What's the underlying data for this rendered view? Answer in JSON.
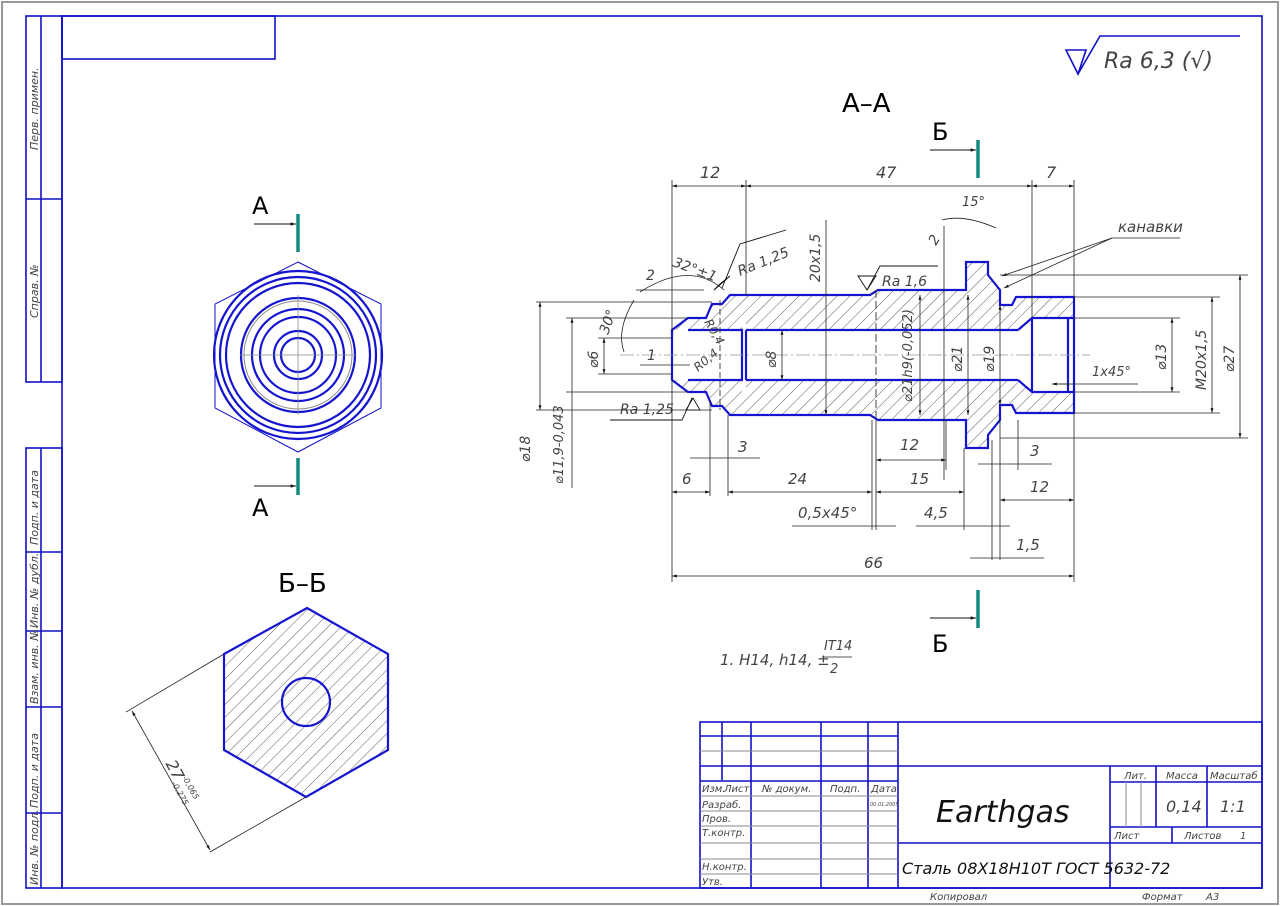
{
  "sheet": {
    "side_labels": [
      "Перв. примен.",
      "Справ. №",
      "Подп. и дата",
      "Инв. № дубл.",
      "Взам. инв. №",
      "Подп. и дата",
      "Инв. № подл."
    ],
    "roughness_general": "Ra 6,3 (√)",
    "format_label": "Формат",
    "format_value": "А3",
    "copied_label": "Копировал"
  },
  "views": {
    "section_aa_title": "А–А",
    "section_bb_title": "Б–Б",
    "cut_a_label": "А",
    "cut_b_label": "Б"
  },
  "dimensions": {
    "top": [
      "12",
      "47",
      "7"
    ],
    "angles": [
      "32°±1",
      "30°",
      "15°"
    ],
    "small": [
      "2",
      "1",
      "2"
    ],
    "radii": [
      "R0,4",
      "R0,4"
    ],
    "roughness": [
      "Ra 1,25",
      "Ra 1,25",
      "Ra 1,6"
    ],
    "diameters_left": [
      "⌀6",
      "⌀18",
      "⌀11,9-0,043"
    ],
    "diameters_mid": [
      "⌀8",
      "20x1,5",
      "⌀21h9(-0,052)",
      "⌀21",
      "⌀19"
    ],
    "diameters_right": [
      "⌀13",
      "M20x1,5",
      "⌀27",
      "1x45°"
    ],
    "callout": "канавки",
    "bottom": [
      "3",
      "6",
      "24",
      "0,5x45°",
      "12",
      "15",
      "4,5",
      "3",
      "12",
      "1,5",
      "66"
    ],
    "hex_size": "27",
    "hex_tol_upper": "-0,065",
    "hex_tol_lower": "-0,275"
  },
  "notes": {
    "note1": "1. H14, h14, ±",
    "note1_num": "IT14",
    "note1_den": "2"
  },
  "title_block": {
    "headers": [
      "Изм.",
      "Лист",
      "№ докум.",
      "Подп.",
      "Дата"
    ],
    "rows": [
      "Разраб.",
      "Пров.",
      "Т.контр.",
      "",
      "Н.контр.",
      "Утв."
    ],
    "date_value": "00.01.2005",
    "product_name": "Earthgas",
    "material": "Сталь 08Х18Н10Т ГОСТ 5632-72",
    "lit_label": "Лит.",
    "mass_label": "Масса",
    "scale_label": "Масштаб",
    "mass_value": "0,14",
    "scale_value": "1:1",
    "sheet_label": "Лист",
    "sheets_label": "Листов",
    "sheets_value": "1"
  },
  "colors": {
    "frame": "#1010c8",
    "part_outline": "#1515d0",
    "cut_marker": "#128a80",
    "dimension": "#222222"
  }
}
